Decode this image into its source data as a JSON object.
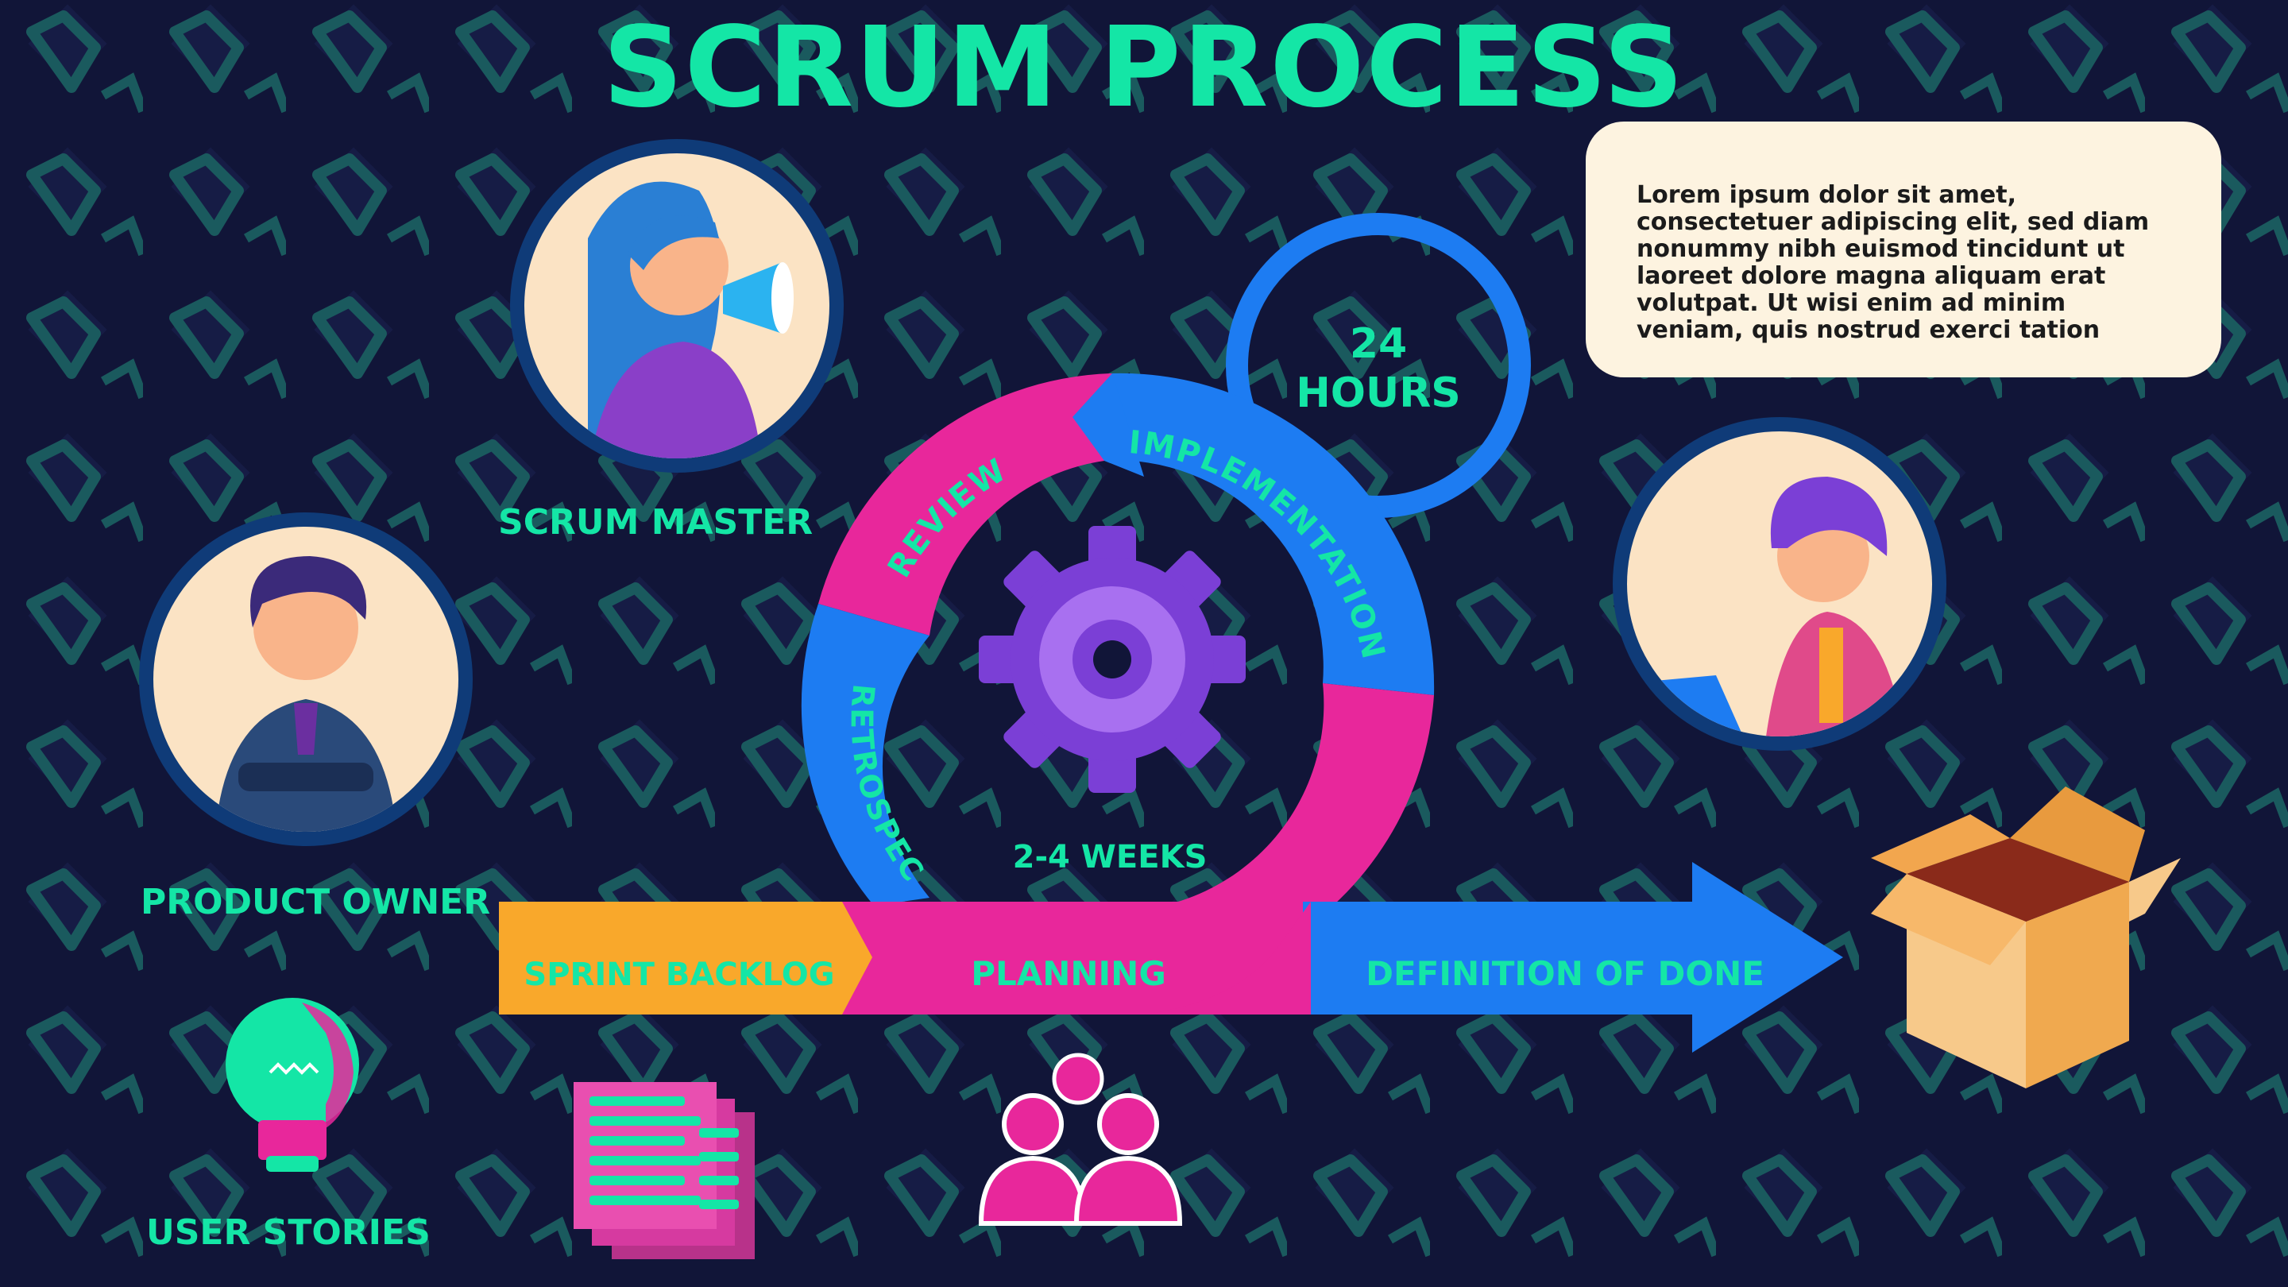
{
  "title": "SCRUM PROCESS",
  "roles": {
    "scrum_master": "SCRUM MASTER",
    "product_owner": "PRODUCT OWNER"
  },
  "cycle": {
    "daily": "24 HOURS",
    "daily_number": "24",
    "daily_unit": "HOURS",
    "sprint_length": "2-4 WEEKS",
    "review": "REVIEW",
    "implementation": "IMPLEMENTATION",
    "retrospect": "RETROSPECT"
  },
  "flow": {
    "sprint_backlog": "SPRINT BACKLOG",
    "planning": "PLANNING",
    "definition_of_done": "DEFINITION OF DONE"
  },
  "user_stories": "USER STORIES",
  "note_text": "Lorem ipsum dolor sit amet, consectetuer adipiscing elit, sed diam nonummy nibh euismod tincidunt ut laoreet dolore magna aliquam erat volutpat. Ut wisi enim ad minim veniam, quis nostrud exerci tation",
  "colors": {
    "background": "#111538",
    "accent_green": "#14e6a6",
    "pink": "#e8279b",
    "blue": "#1d7cf2",
    "orange": "#f9a82b",
    "gear": "#8a4fe0",
    "note_bg": "#fdf3e0"
  }
}
